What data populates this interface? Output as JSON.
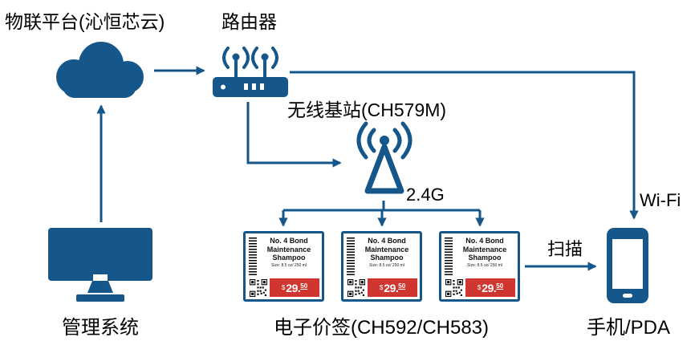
{
  "colors": {
    "primary": "#15578B",
    "price_red": "#CF3630",
    "background": "#FFFFFF",
    "text": "#000000"
  },
  "labels": {
    "iot_platform": "物联平台(沁恒芯云)",
    "router": "路由器",
    "base_station": "无线基站(CH579M)",
    "freq_2_4g": "2.4G",
    "wifi": "Wi-Fi",
    "scan": "扫描",
    "management_system": "管理系统",
    "esl": "电子价签(CH592/CH583)",
    "phone": "手机/PDA"
  },
  "esl_tag": {
    "title_line1": "No. 4 Bond",
    "title_line2": "Maintenance",
    "title_line3": "Shampoo",
    "subtitle": "Size: 8.5 oz/ 250 ml",
    "currency": "$",
    "price_main": "29.",
    "price_cents": "50"
  }
}
